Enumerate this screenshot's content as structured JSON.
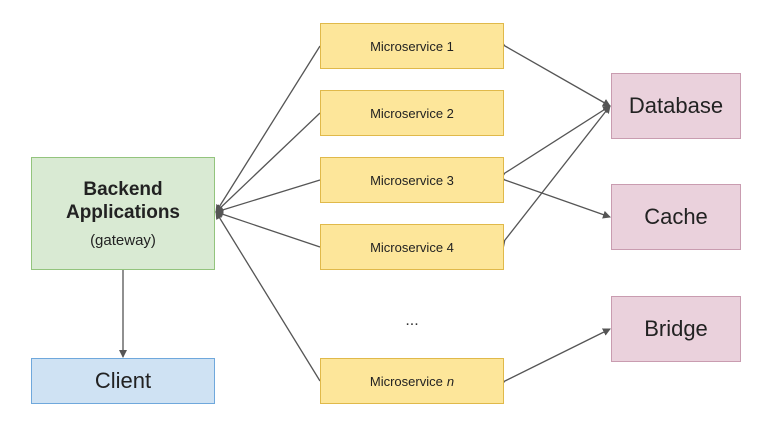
{
  "gateway": {
    "title_line1": "Backend",
    "title_line2": "Applications",
    "subtitle": "(gateway)"
  },
  "client": {
    "label": "Client"
  },
  "microservices": [
    {
      "label": "Microservice 1"
    },
    {
      "label": "Microservice 2"
    },
    {
      "label": "Microservice 3"
    },
    {
      "label": "Microservice 4"
    }
  ],
  "microservice_n": {
    "label": "Microservice",
    "suffix": "n"
  },
  "ellipsis": "...",
  "stores": {
    "database": "Database",
    "cache": "Cache",
    "bridge": "Bridge"
  },
  "colors": {
    "gateway_fill": "#d9ead3",
    "client_fill": "#cfe2f3",
    "microservice_fill": "#fde69a",
    "store_fill": "#ead1dc",
    "arrow": "#555555"
  }
}
